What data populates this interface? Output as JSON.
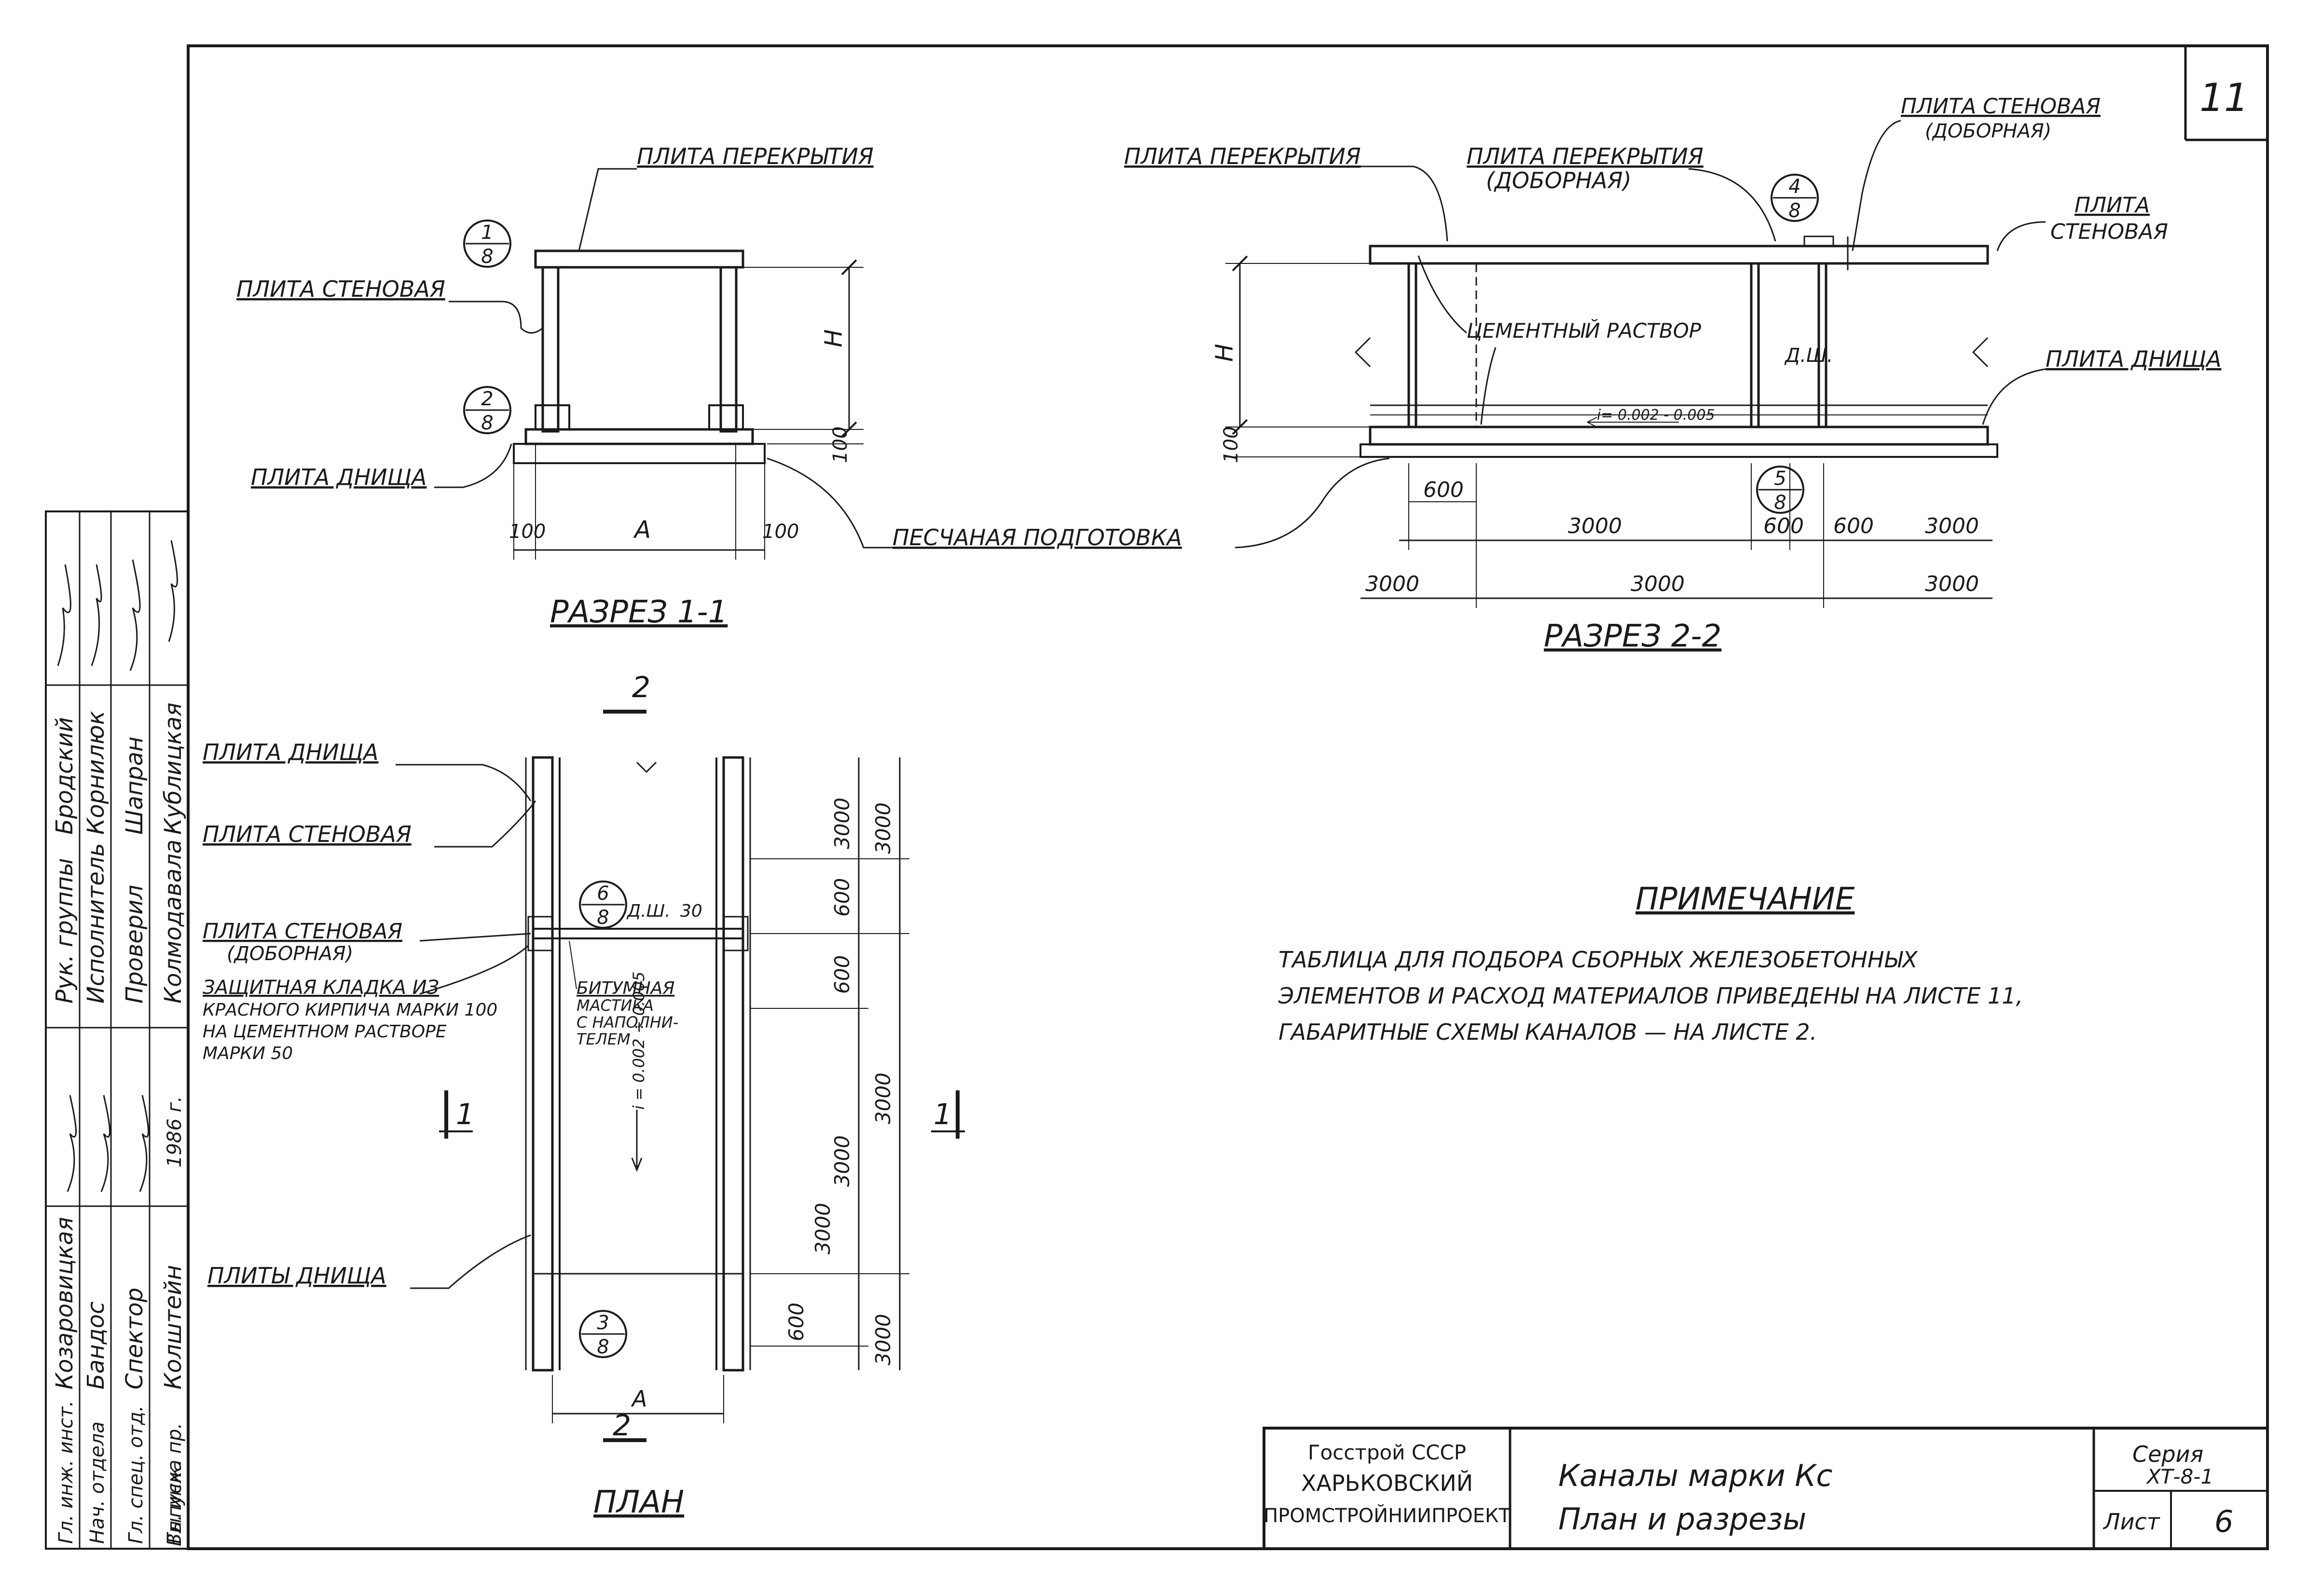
{
  "sheet": {
    "corner_number": "11",
    "organization": [
      "Госстрой СССР",
      "ХАРЬКОВСКИЙ",
      "ПРОМСТРОЙНИИПРОЕКТ"
    ],
    "title_line1": "Каналы марки Кс",
    "title_line2": "План и разрезы",
    "series_label": "Серия",
    "series_value": "ХТ-8-1",
    "sheet_label": "Лист",
    "sheet_value": "6"
  },
  "stamp": {
    "roles": [
      "Рук. группы",
      "Исполнитель",
      "Проверил"
    ],
    "names": [
      "Бродский",
      "Корнилюк",
      "Шапран"
    ],
    "left_names": [
      "Козаровицкая",
      "Бандос",
      "Спектор",
      "Колштейн"
    ],
    "left_roles": [
      "Гл. инж. инст.",
      "Нач. отдела",
      "Гл. спец. отд.",
      "Гл. инж. пр."
    ],
    "date_note": "1986 г.",
    "bottom_note": "Колмодавала",
    "issue": "Выпуска",
    "extra": "Кублицкая"
  },
  "section_1_1": {
    "title": "РАЗРЕЗ 1-1",
    "label_top": "ПЛИТА ПЕРЕКРЫТИЯ",
    "label_wall": "ПЛИТА СТЕНОВАЯ",
    "label_bottom": "ПЛИТА ДНИЩА",
    "sand": "ПЕСЧАНАЯ ПОДГОТОВКА",
    "dim_H": "H",
    "dim_A": "A",
    "dim_100a": "100",
    "dim_100b": "100",
    "dim_100c": "100",
    "mark1_num": "1",
    "mark1_den": "8",
    "mark2_num": "2",
    "mark2_den": "8"
  },
  "section_2_2": {
    "title": "РАЗРЕЗ 2-2",
    "label_top": "ПЛИТА ПЕРЕКРЫТИЯ",
    "label_top_extra_1": "ПЛИТА ПЕРЕКРЫТИЯ",
    "label_top_extra_2": "(ДОБОРНАЯ)",
    "label_wall_extra_1": "ПЛИТА СТЕНОВАЯ",
    "label_wall_extra_2": "(ДОБОРНАЯ)",
    "label_wall_1": "ПЛИТА",
    "label_wall_2": "СТЕНОВАЯ",
    "label_bottom": "ПЛИТА ДНИЩА",
    "mortar": "ЦЕМЕНТНЫЙ РАСТВОР",
    "slope": "i= 0.002 - 0.005",
    "dsh": "Д.Ш.",
    "dim_H": "H",
    "dim_100": "100",
    "mark4_num": "4",
    "mark4_den": "8",
    "mark5_num": "5",
    "mark5_den": "8",
    "dims_top": [
      "600",
      "3000",
      "600",
      "600",
      "3000"
    ],
    "dims_bottom": [
      "3000",
      "3000",
      "3000"
    ]
  },
  "plan": {
    "title": "ПЛАН",
    "label_bottom": "ПЛИТА ДНИЩА",
    "label_wall": "ПЛИТА СТЕНОВАЯ",
    "label_wall_extra_1": "ПЛИТА СТЕНОВАЯ",
    "label_wall_extra_2": "(ДОБОРНАЯ)",
    "protect": [
      "ЗАЩИТНАЯ КЛАДКА ИЗ",
      "КРАСНОГО КИРПИЧА МАРКИ 100",
      "НА ЦЕМЕНТНОМ РАСТВОРЕ",
      "МАРКИ 50"
    ],
    "bitumen": [
      "БИТУМНАЯ",
      "МАСТИКА",
      "С НАПОЛНИ-",
      "ТЕЛЕМ"
    ],
    "bottom_slabs": "ПЛИТЫ ДНИЩА",
    "dsh": "Д.Ш.",
    "dsh_dim": "30",
    "slope": "i = 0.002 ÷ 0.005",
    "mark6_num": "6",
    "mark6_den": "8",
    "mark3_num": "3",
    "mark3_den": "8",
    "cut_2_top": "2",
    "cut_2_bottom": "2",
    "cut_1_left": "1",
    "cut_1_right": "1",
    "dim_A": "A",
    "dims_inner": [
      "3000",
      "600",
      "600",
      "3000",
      "3000",
      "600"
    ],
    "dims_outer": [
      "3000",
      "3000",
      "3000"
    ]
  },
  "note": {
    "title": "ПРИМЕЧАНИЕ",
    "lines": [
      "ТАБЛИЦА ДЛЯ ПОДБОРА СБОРНЫХ ЖЕЛЕЗОБЕТОННЫХ",
      "ЭЛЕМЕНТОВ И РАСХОД МАТЕРИАЛОВ ПРИВЕДЕНЫ НА ЛИСТЕ 11,",
      "ГАБАРИТНЫЕ СХЕМЫ КАНАЛОВ — НА ЛИСТЕ 2."
    ]
  }
}
